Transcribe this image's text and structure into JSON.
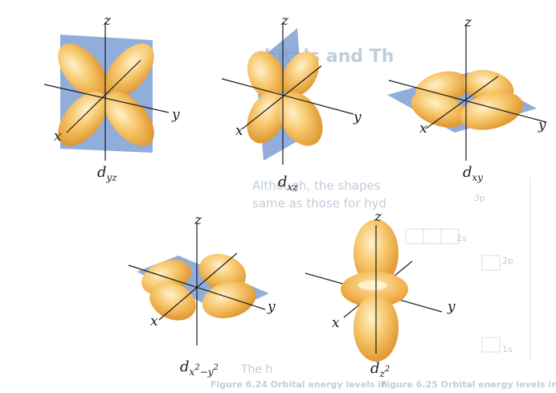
{
  "figure": {
    "orbitals": [
      {
        "name": "d",
        "sub": "yz",
        "sup": "",
        "axes": {
          "z": "z",
          "x": "x",
          "y": "y"
        }
      },
      {
        "name": "d",
        "sub": "xz",
        "sup": "",
        "axes": {
          "z": "z",
          "x": "x",
          "y": "y"
        }
      },
      {
        "name": "d",
        "sub": "xy",
        "sup": "",
        "axes": {
          "z": "z",
          "x": "x",
          "y": "y"
        }
      },
      {
        "name": "d",
        "sub": "x",
        "sub2": "−y",
        "sup": "2",
        "axes": {
          "z": "z",
          "x": "x",
          "y": "y"
        }
      },
      {
        "name": "d",
        "sub": "z",
        "sup": "2",
        "axes": {
          "z": "z",
          "x": "x",
          "y": "y"
        }
      }
    ]
  },
  "background_text": {
    "heading": "rbitals and Th",
    "line1": "Although, the shapes",
    "line2": "same as those for hyd",
    "figure_caption_a": "Figure 6.24  Orbital energy levels in",
    "figure_caption_b": "Figure 6.25  Orbital energy levels in",
    "footer_1": "The h",
    "energy_labels": [
      "3p",
      "2s",
      "2p",
      "1s"
    ]
  },
  "colors": {
    "lobe": "#f2b04a",
    "lobe_light": "#fce3a6",
    "plane": "#6f93cf",
    "axis": "#1b1b1b"
  }
}
